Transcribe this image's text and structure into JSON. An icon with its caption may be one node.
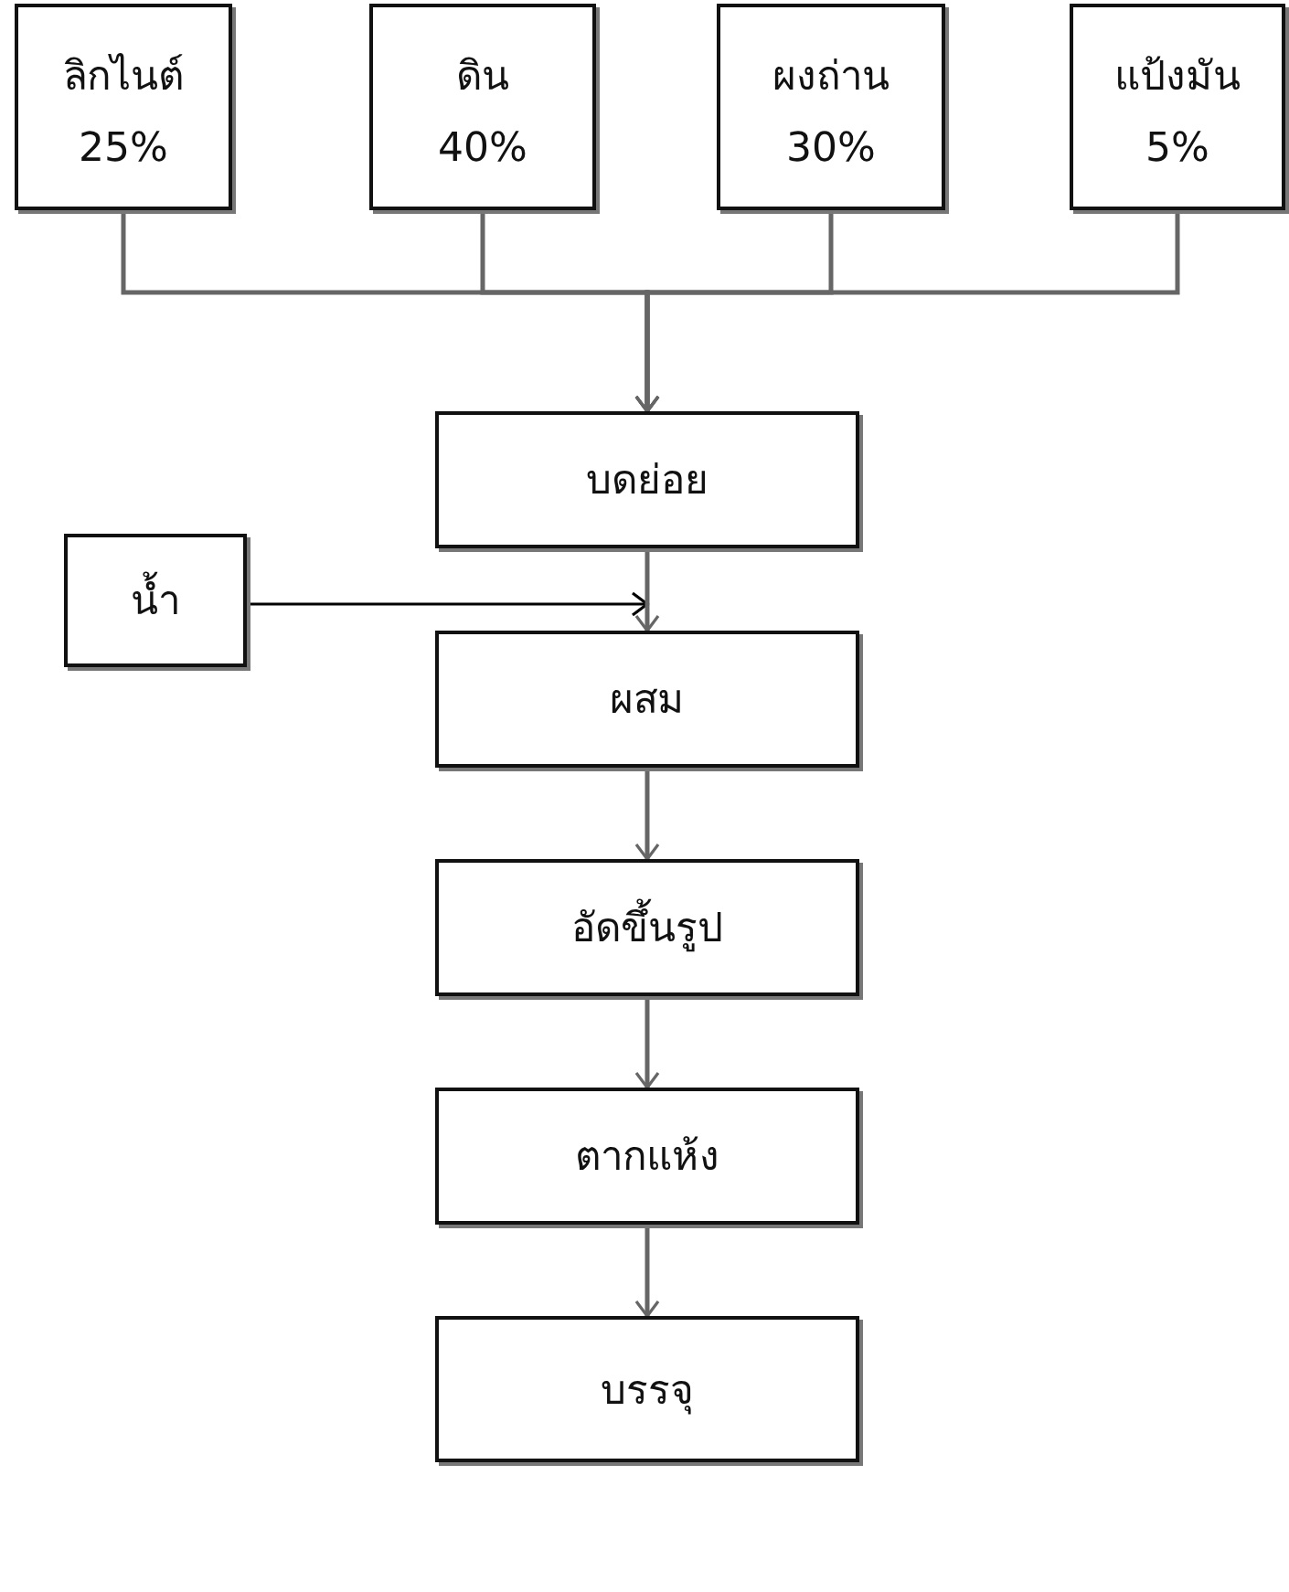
{
  "diagram": {
    "nodes": [
      {
        "text": [
          "ลิกไนต์",
          "25%"
        ]
      },
      {
        "text": [
          "ดิน",
          "40%"
        ]
      },
      {
        "text": [
          "ผงถ่าน",
          "30%"
        ]
      },
      {
        "text": [
          "แป้งมัน",
          "5%"
        ]
      },
      {
        "text": [
          "บดย่อย"
        ]
      },
      {
        "text": [
          "น้ำ"
        ]
      },
      {
        "text": [
          "ผสม"
        ]
      },
      {
        "text": [
          "อัดขึ้นรูป"
        ]
      },
      {
        "text": [
          "ตากแห้ง"
        ]
      },
      {
        "text": [
          "บรรจุ"
        ]
      }
    ],
    "edges": [
      {
        "from": 0,
        "to": 4,
        "arrow": "to"
      },
      {
        "from": 1,
        "to": 4,
        "arrow": "to"
      },
      {
        "from": 2,
        "to": 4,
        "arrow": "to"
      },
      {
        "from": 3,
        "to": 4,
        "arrow": "to"
      },
      {
        "from": 5,
        "to": 6,
        "arrow": "to",
        "color": "#000000"
      },
      {
        "from": 4,
        "to": 6,
        "arrow": "to"
      },
      {
        "from": 6,
        "to": 7,
        "arrow": "to"
      },
      {
        "from": 7,
        "to": 8,
        "arrow": "to"
      },
      {
        "from": 8,
        "to": 9,
        "arrow": "to"
      }
    ]
  }
}
